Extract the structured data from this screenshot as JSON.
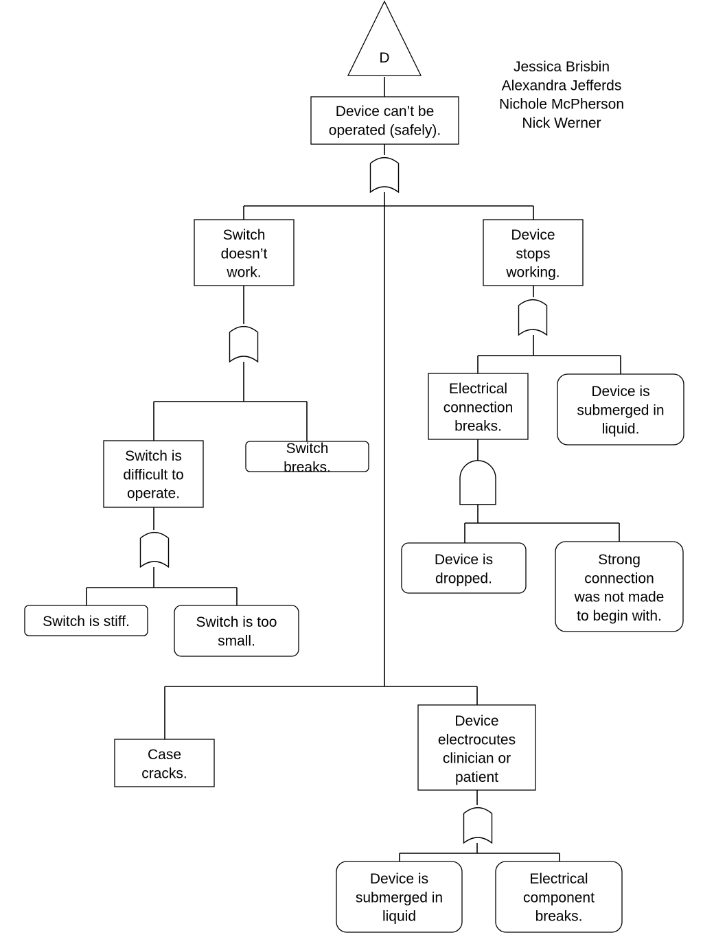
{
  "transfer_symbol": {
    "label": "D"
  },
  "authors": [
    "Jessica Brisbin",
    "Alexandra Jefferds",
    "Nichole McPherson",
    "Nick Werner"
  ],
  "nodes": {
    "top": [
      "Device can’t be",
      "operated (safely)."
    ],
    "switch_doesnt_work": [
      "Switch",
      "doesn’t",
      "work."
    ],
    "device_stops_working": [
      "Device",
      "stops",
      "working."
    ],
    "switch_difficult": [
      "Switch is",
      "difficult to",
      "operate."
    ],
    "switch_breaks": [
      "Switch",
      "breaks."
    ],
    "electrical_connection_breaks": [
      "Electrical",
      "connection",
      "breaks."
    ],
    "device_submerged_1": [
      "Device is",
      "submerged in",
      "liquid."
    ],
    "switch_stiff": [
      "Switch is stiff."
    ],
    "switch_too_small": [
      "Switch is too",
      "small."
    ],
    "device_dropped": [
      "Device is",
      "dropped."
    ],
    "strong_connection": [
      "Strong",
      "connection",
      "was not made",
      "to begin with."
    ],
    "case_cracks": [
      "Case",
      "cracks."
    ],
    "device_electrocutes": [
      "Device",
      "electrocutes",
      "clinician or",
      "patient"
    ],
    "device_submerged_2": [
      "Device is",
      "submerged in",
      "liquid"
    ],
    "electrical_component_breaks": [
      "Electrical",
      "component",
      "breaks."
    ]
  },
  "gates": [
    {
      "id": "gate-top",
      "type": "or"
    },
    {
      "id": "gate-switch",
      "type": "or"
    },
    {
      "id": "gate-stops",
      "type": "or"
    },
    {
      "id": "gate-difficult",
      "type": "or"
    },
    {
      "id": "gate-connection",
      "type": "and"
    },
    {
      "id": "gate-electrocutes",
      "type": "or"
    }
  ]
}
